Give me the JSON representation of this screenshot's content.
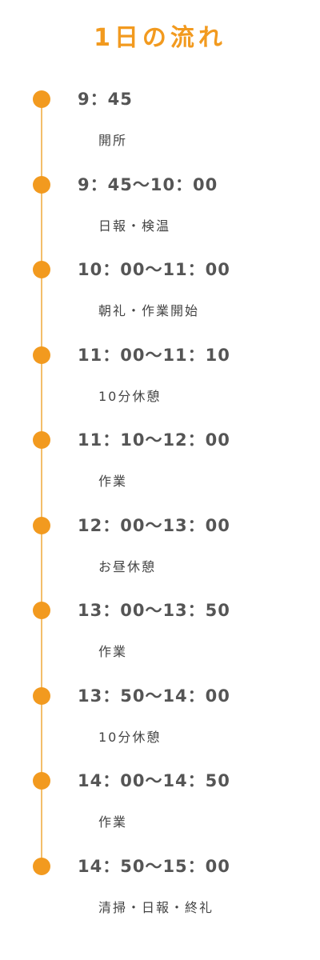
{
  "colors": {
    "accent": "#f29a1f",
    "line": "#f3be6a",
    "time_text": "#555555",
    "activity_text": "#444444"
  },
  "title": "1日の流れ",
  "schedule": [
    {
      "time": "9：45",
      "activity": "開所"
    },
    {
      "time": "9：45～10：00",
      "activity": "日報・検温"
    },
    {
      "time": "10：00～11：00",
      "activity": "朝礼・作業開始"
    },
    {
      "time": "11：00～11：10",
      "activity": "10分休憩"
    },
    {
      "time": "11：10～12：00",
      "activity": "作業"
    },
    {
      "time": "12：00～13：00",
      "activity": "お昼休憩"
    },
    {
      "time": "13：00～13：50",
      "activity": "作業"
    },
    {
      "time": "13：50～14：00",
      "activity": "10分休憩"
    },
    {
      "time": "14：00～14：50",
      "activity": "作業"
    },
    {
      "time": "14：50～15：00",
      "activity": "清掃・日報・終礼"
    }
  ]
}
